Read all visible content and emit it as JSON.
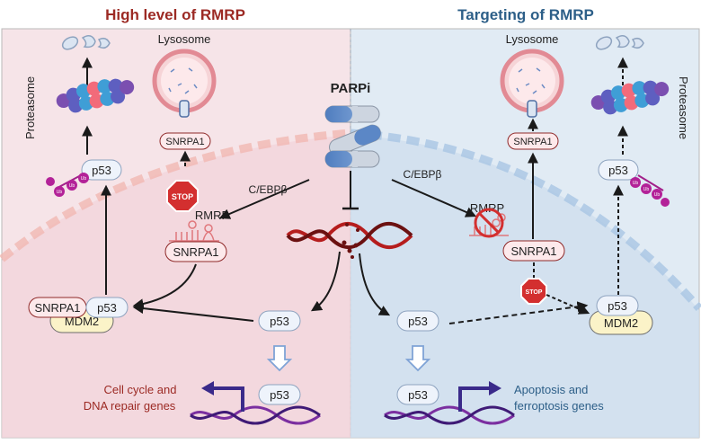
{
  "left_title": "High level of RMRP",
  "right_title": "Targeting of RMRP",
  "drug": "PARPi",
  "lysosome_label": "Lysosome",
  "proteasome_label": "Proteasome",
  "snrpa1": "SNRPA1",
  "p53": "p53",
  "mdm2": "MDM2",
  "rmrp": "RMRP",
  "cebpb": "C/EBPβ",
  "stop": "STOP",
  "ub": "Ub",
  "left_genes_line1": "Cell cycle and",
  "left_genes_line2": "DNA repair genes",
  "right_genes_line1": "Apoptosis and",
  "right_genes_line2": "ferroptosis genes",
  "colors": {
    "left_title": "#9c2a24",
    "right_title": "#2d5f88",
    "left_bg": "#f6e4e8",
    "right_bg": "#e1ebf4",
    "gene_text_left": "#9c2a24",
    "gene_text_right": "#2d5f88"
  }
}
